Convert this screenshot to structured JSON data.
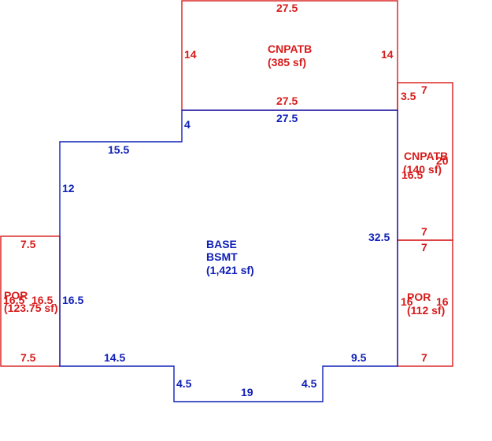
{
  "colors": {
    "addition": "#d81b1b",
    "base": "#1020b8",
    "background": "#ffffff"
  },
  "areas": {
    "base": {
      "label1": "BASE",
      "label2": "BSMT",
      "area": "(1,421 sf)"
    },
    "cnpatb_top": {
      "label": "CNPATB",
      "area": "(385 sf)"
    },
    "cnpatb_right": {
      "label": "CNPATB",
      "area": "(140 sf)"
    },
    "por_left": {
      "label": "POR",
      "area": "(123.75 sf)"
    },
    "por_right": {
      "label": "POR",
      "area": "(112 sf)"
    }
  },
  "dimensions": {
    "cnpatb_top": {
      "top": "27.5",
      "left": "14",
      "right": "14",
      "bottom": "27.5"
    },
    "cnpatb_right": {
      "top": "7",
      "side_a": "3.5",
      "side_b": "16.5",
      "right": "20",
      "bottom": "7"
    },
    "por_left": {
      "top": "7.5",
      "bottom": "7.5",
      "left": "16.5",
      "right": "16.5"
    },
    "por_right": {
      "top": "7",
      "bottom": "7",
      "left": "16",
      "right": "16"
    },
    "base": {
      "top": "27.5",
      "notch_side": "4",
      "upper_left": "15.5",
      "left_upper": "12",
      "left_lower": "16.5",
      "right": "32.5",
      "bottom_left": "14.5",
      "step_left": "4.5",
      "bottom": "19",
      "step_right": "4.5",
      "bottom_right": "9.5"
    }
  }
}
